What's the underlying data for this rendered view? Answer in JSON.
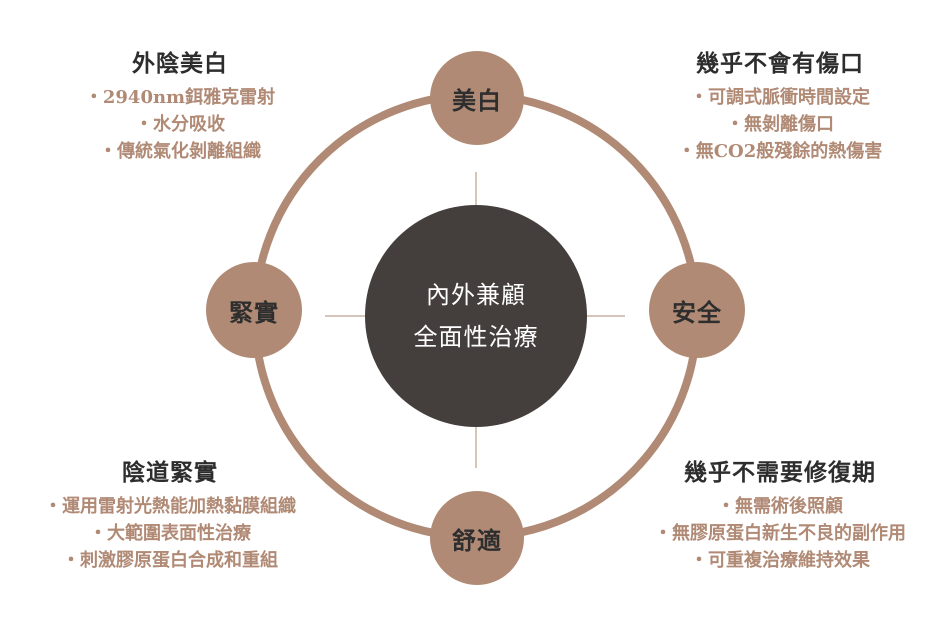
{
  "center": {
    "line1": "內外兼顧",
    "line2": "全面性治療"
  },
  "nodes": {
    "top": "美白",
    "right": "安全",
    "bottom": "舒適",
    "left": "緊實"
  },
  "blocks": {
    "top_left": {
      "title": "外陰美白",
      "items": [
        "2940nm鉺雅克雷射",
        "水分吸收",
        "傳統氣化剝離組織"
      ]
    },
    "top_right": {
      "title": "幾乎不會有傷口",
      "items": [
        "可調式脈衝時間設定",
        "無剝離傷口",
        "無CO2般殘餘的熱傷害"
      ]
    },
    "bottom_left": {
      "title": "陰道緊實",
      "items": [
        "運用雷射光熱能加熱黏膜組織",
        "大範圍表面性治療",
        "刺激膠原蛋白合成和重組"
      ]
    },
    "bottom_right": {
      "title": "幾乎不需要修復期",
      "items": [
        "無需術後照顧",
        "無膠原蛋白新生不良的副作用",
        "可重複治療維持效果"
      ]
    }
  },
  "colors": {
    "accent": "#b08a75",
    "center_fill": "#443f3c",
    "ring": "#b08a75",
    "cross_lines": "#c9b2a3",
    "title_text": "#2d2d2d"
  }
}
